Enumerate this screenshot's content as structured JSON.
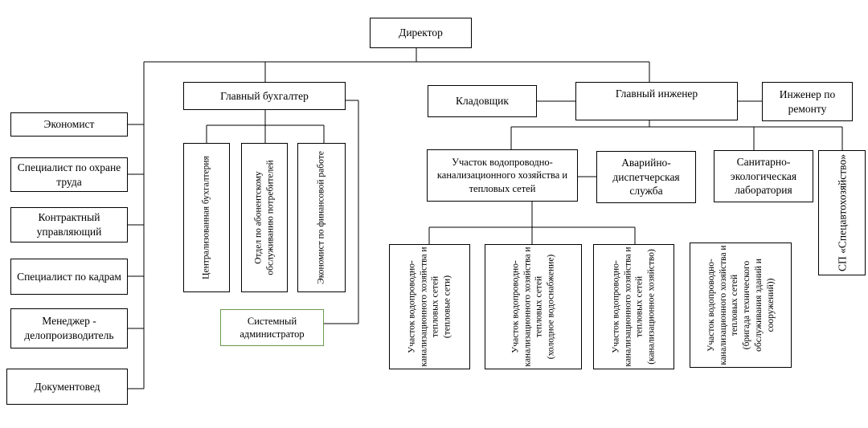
{
  "director": "Директор",
  "chief_accountant": "Главный бухгалтер",
  "storekeeper": "Кладовщик",
  "chief_engineer": "Главный инженер",
  "repair_engineer": "Инженер по ремонту",
  "left_staff": [
    "Экономист",
    "Специалист по охране труда",
    "Контрактный управляющий",
    "Специалист по кадрам",
    "Менеджер - делопроизводитель",
    "Документовед"
  ],
  "accounting_units": [
    "Централизованная бухгалтерия",
    "Отдел по абонентскому обслуживанию потребителей",
    "Экономист по финансовой работе"
  ],
  "sysadmin": "Системный администратор",
  "engineering_units": {
    "water_section": "Участок водопроводно-канализационного хозяйства и тепловых сетей",
    "emergency": "Аварийно-диспетчерская служба",
    "sanitary_lab": "Санитарно-экологическая лаборатория",
    "special_transport": "СП «Спецавтохозяйство»"
  },
  "water_subsections": [
    "Участок водопроводно-канализационного хозяйства и тепловых сетей\n(тепловые сети)",
    "Участок водопроводно-канализационного хозяйства и тепловых сетей\n(холодное водоснабжение)",
    "Участок водопроводно-канализационного хозяйства и тепловых сетей\n(канализационное хозяйство)",
    "Участок водопроводно-канализационного хозяйства и тепловых сетей\n(бригада технического обслуживания зданий и сооружений))"
  ],
  "colors": {
    "line": "#000000",
    "sysadmin_border": "#6a9a4a"
  }
}
